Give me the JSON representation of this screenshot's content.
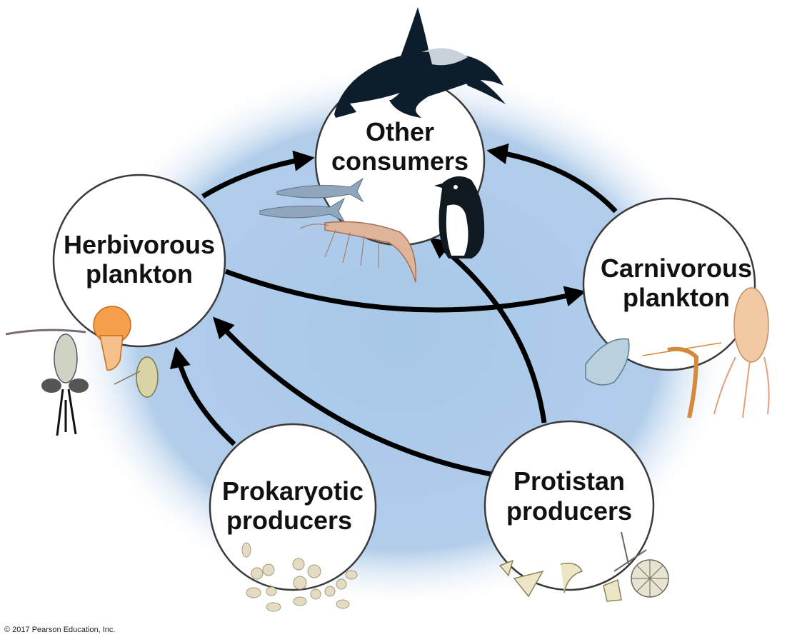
{
  "colors": {
    "background_glow": "#a8c8e8",
    "circle_fill": "#ffffff",
    "circle_stroke": "#3a3a3a",
    "arrow": "#000000"
  },
  "nodes": {
    "other_consumers": {
      "line1": "Other",
      "line2": "consumers"
    },
    "herbivorous_plankton": {
      "line1": "Herbivorous",
      "line2": "plankton"
    },
    "carnivorous_plankton": {
      "line1": "Carnivorous",
      "line2": "plankton"
    },
    "prokaryotic_producers": {
      "line1": "Prokaryotic",
      "line2": "producers"
    },
    "protistan_producers": {
      "line1": "Protistan",
      "line2": "producers"
    }
  },
  "edges": [
    {
      "from": "herbivorous_plankton",
      "to": "other_consumers"
    },
    {
      "from": "carnivorous_plankton",
      "to": "other_consumers"
    },
    {
      "from": "herbivorous_plankton",
      "to": "carnivorous_plankton"
    },
    {
      "from": "prokaryotic_producers",
      "to": "herbivorous_plankton"
    },
    {
      "from": "protistan_producers",
      "to": "herbivorous_plankton"
    },
    {
      "from": "protistan_producers",
      "to": "other_consumers"
    }
  ],
  "illustrations": [
    "orca-icon",
    "fish-icon",
    "krill-icon",
    "penguin-icon",
    "copepod-icon",
    "larva-icon",
    "rotifer-icon",
    "salp-icon",
    "shrimp-larva-icon",
    "siphonophore-icon",
    "cyanobacteria-icon",
    "diatom-icon",
    "dinoflagellate-icon"
  ],
  "copyright": "© 2017 Pearson Education, Inc."
}
